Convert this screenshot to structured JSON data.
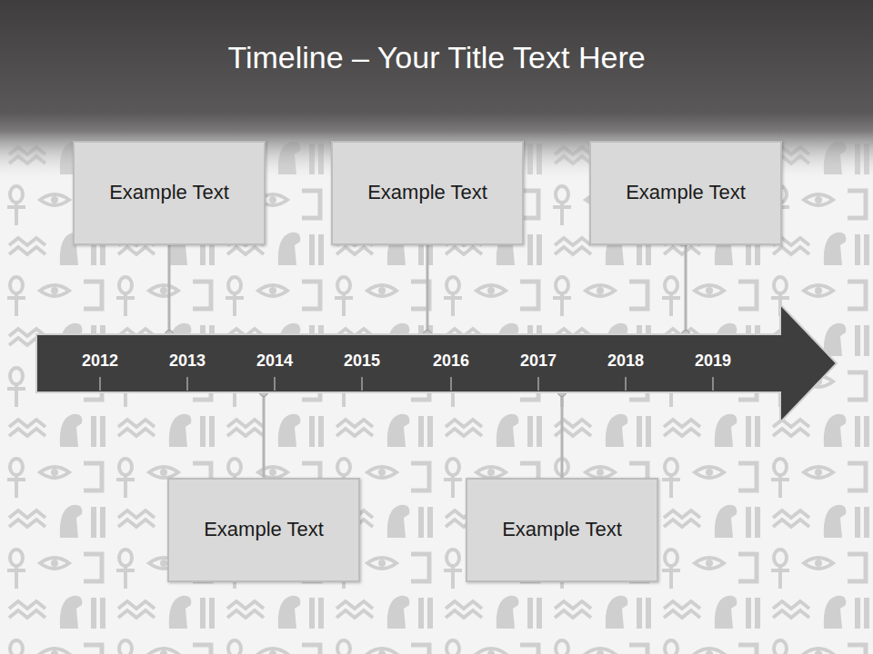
{
  "diagram": {
    "title": "Timeline – Your Title Text Here",
    "nodes": [
      {
        "text": [
          "2012",
          "2013",
          "2014",
          "2015",
          "2016",
          "2017",
          "2018",
          "2019"
        ]
      },
      {
        "text": [
          "Example Text"
        ]
      },
      {
        "text": [
          "Example Text"
        ]
      },
      {
        "text": [
          "Example Text"
        ]
      },
      {
        "text": [
          "Example Text"
        ]
      },
      {
        "text": [
          "Example Text"
        ]
      }
    ],
    "edges": [
      {
        "from": 1,
        "to": 0,
        "arrow": "none"
      },
      {
        "from": 2,
        "to": 0,
        "arrow": "none"
      },
      {
        "from": 3,
        "to": 0,
        "arrow": "none"
      },
      {
        "from": 4,
        "to": 0,
        "arrow": "none"
      },
      {
        "from": 5,
        "to": 0,
        "arrow": "none"
      }
    ]
  }
}
